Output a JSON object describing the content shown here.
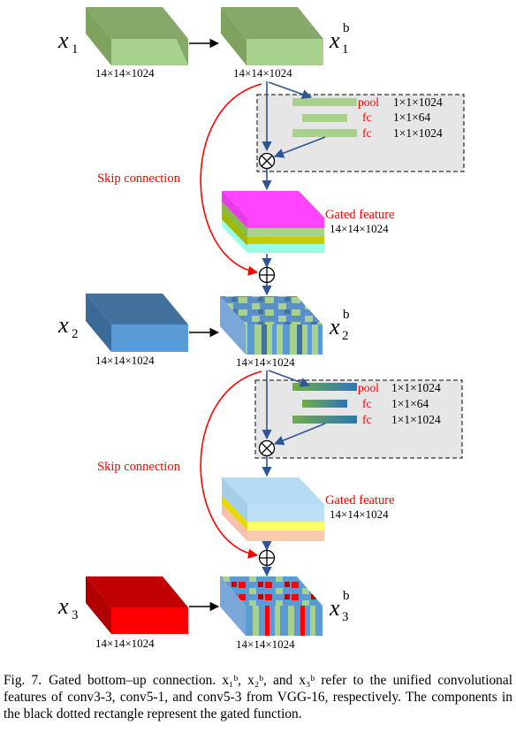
{
  "stage1": {
    "input_var": "x",
    "input_sub": "1",
    "output_var": "x",
    "output_sub": "1",
    "output_sup": "b",
    "input_dim": "14×14×1024",
    "output_dim": "14×14×1024",
    "gate_rows": [
      {
        "op": "pool",
        "dim": "1×1×1024"
      },
      {
        "op": "fc",
        "dim": "1×1×64"
      },
      {
        "op": "fc",
        "dim": "1×1×1024"
      }
    ],
    "skip_label": "Skip connection",
    "gated_label": "Gated feature",
    "gated_dim": "14×14×1024"
  },
  "stage2": {
    "input_var": "x",
    "input_sub": "2",
    "output_var": "x",
    "output_sub": "2",
    "output_sup": "b",
    "input_dim": "14×14×1024",
    "output_dim": "14×14×1024",
    "gate_rows": [
      {
        "op": "pool",
        "dim": "1×1×1024"
      },
      {
        "op": "fc",
        "dim": "1×1×64"
      },
      {
        "op": "fc",
        "dim": "1×1×1024"
      }
    ],
    "skip_label": "Skip connection",
    "gated_label": "Gated feature",
    "gated_dim": "14×14×1024"
  },
  "stage3": {
    "input_var": "x",
    "input_sub": "3",
    "output_var": "x",
    "output_sub": "3",
    "output_sup": "b",
    "input_dim": "14×14×1024",
    "output_dim": "14×14×1024"
  },
  "caption": {
    "label": "Fig. 7.",
    "text": "Gated bottom–up connection. x₁ᵇ, x₂ᵇ, and x₃ᵇ refer to the unified convolutional features of conv3-3, conv5-1, and conv5-3 from VGG-16, respectively. The components in the black dotted rectangle represent the gated function."
  },
  "colors": {
    "green_front": "#a9d18e",
    "green_top": "#86a86a",
    "blue_front": "#5b9bd5",
    "blue_top": "#41719c",
    "red_front": "#ff0000",
    "red_top": "#c00000",
    "magenta": "#ff44ff",
    "cyan": "#99ffe6",
    "arrow_blue": "#2f5597",
    "skip_red": "#ff0000",
    "gate_box": "#e6e6e6"
  },
  "icons": [
    "multiply-circle-icon",
    "add-circle-icon",
    "arrow-icon"
  ]
}
